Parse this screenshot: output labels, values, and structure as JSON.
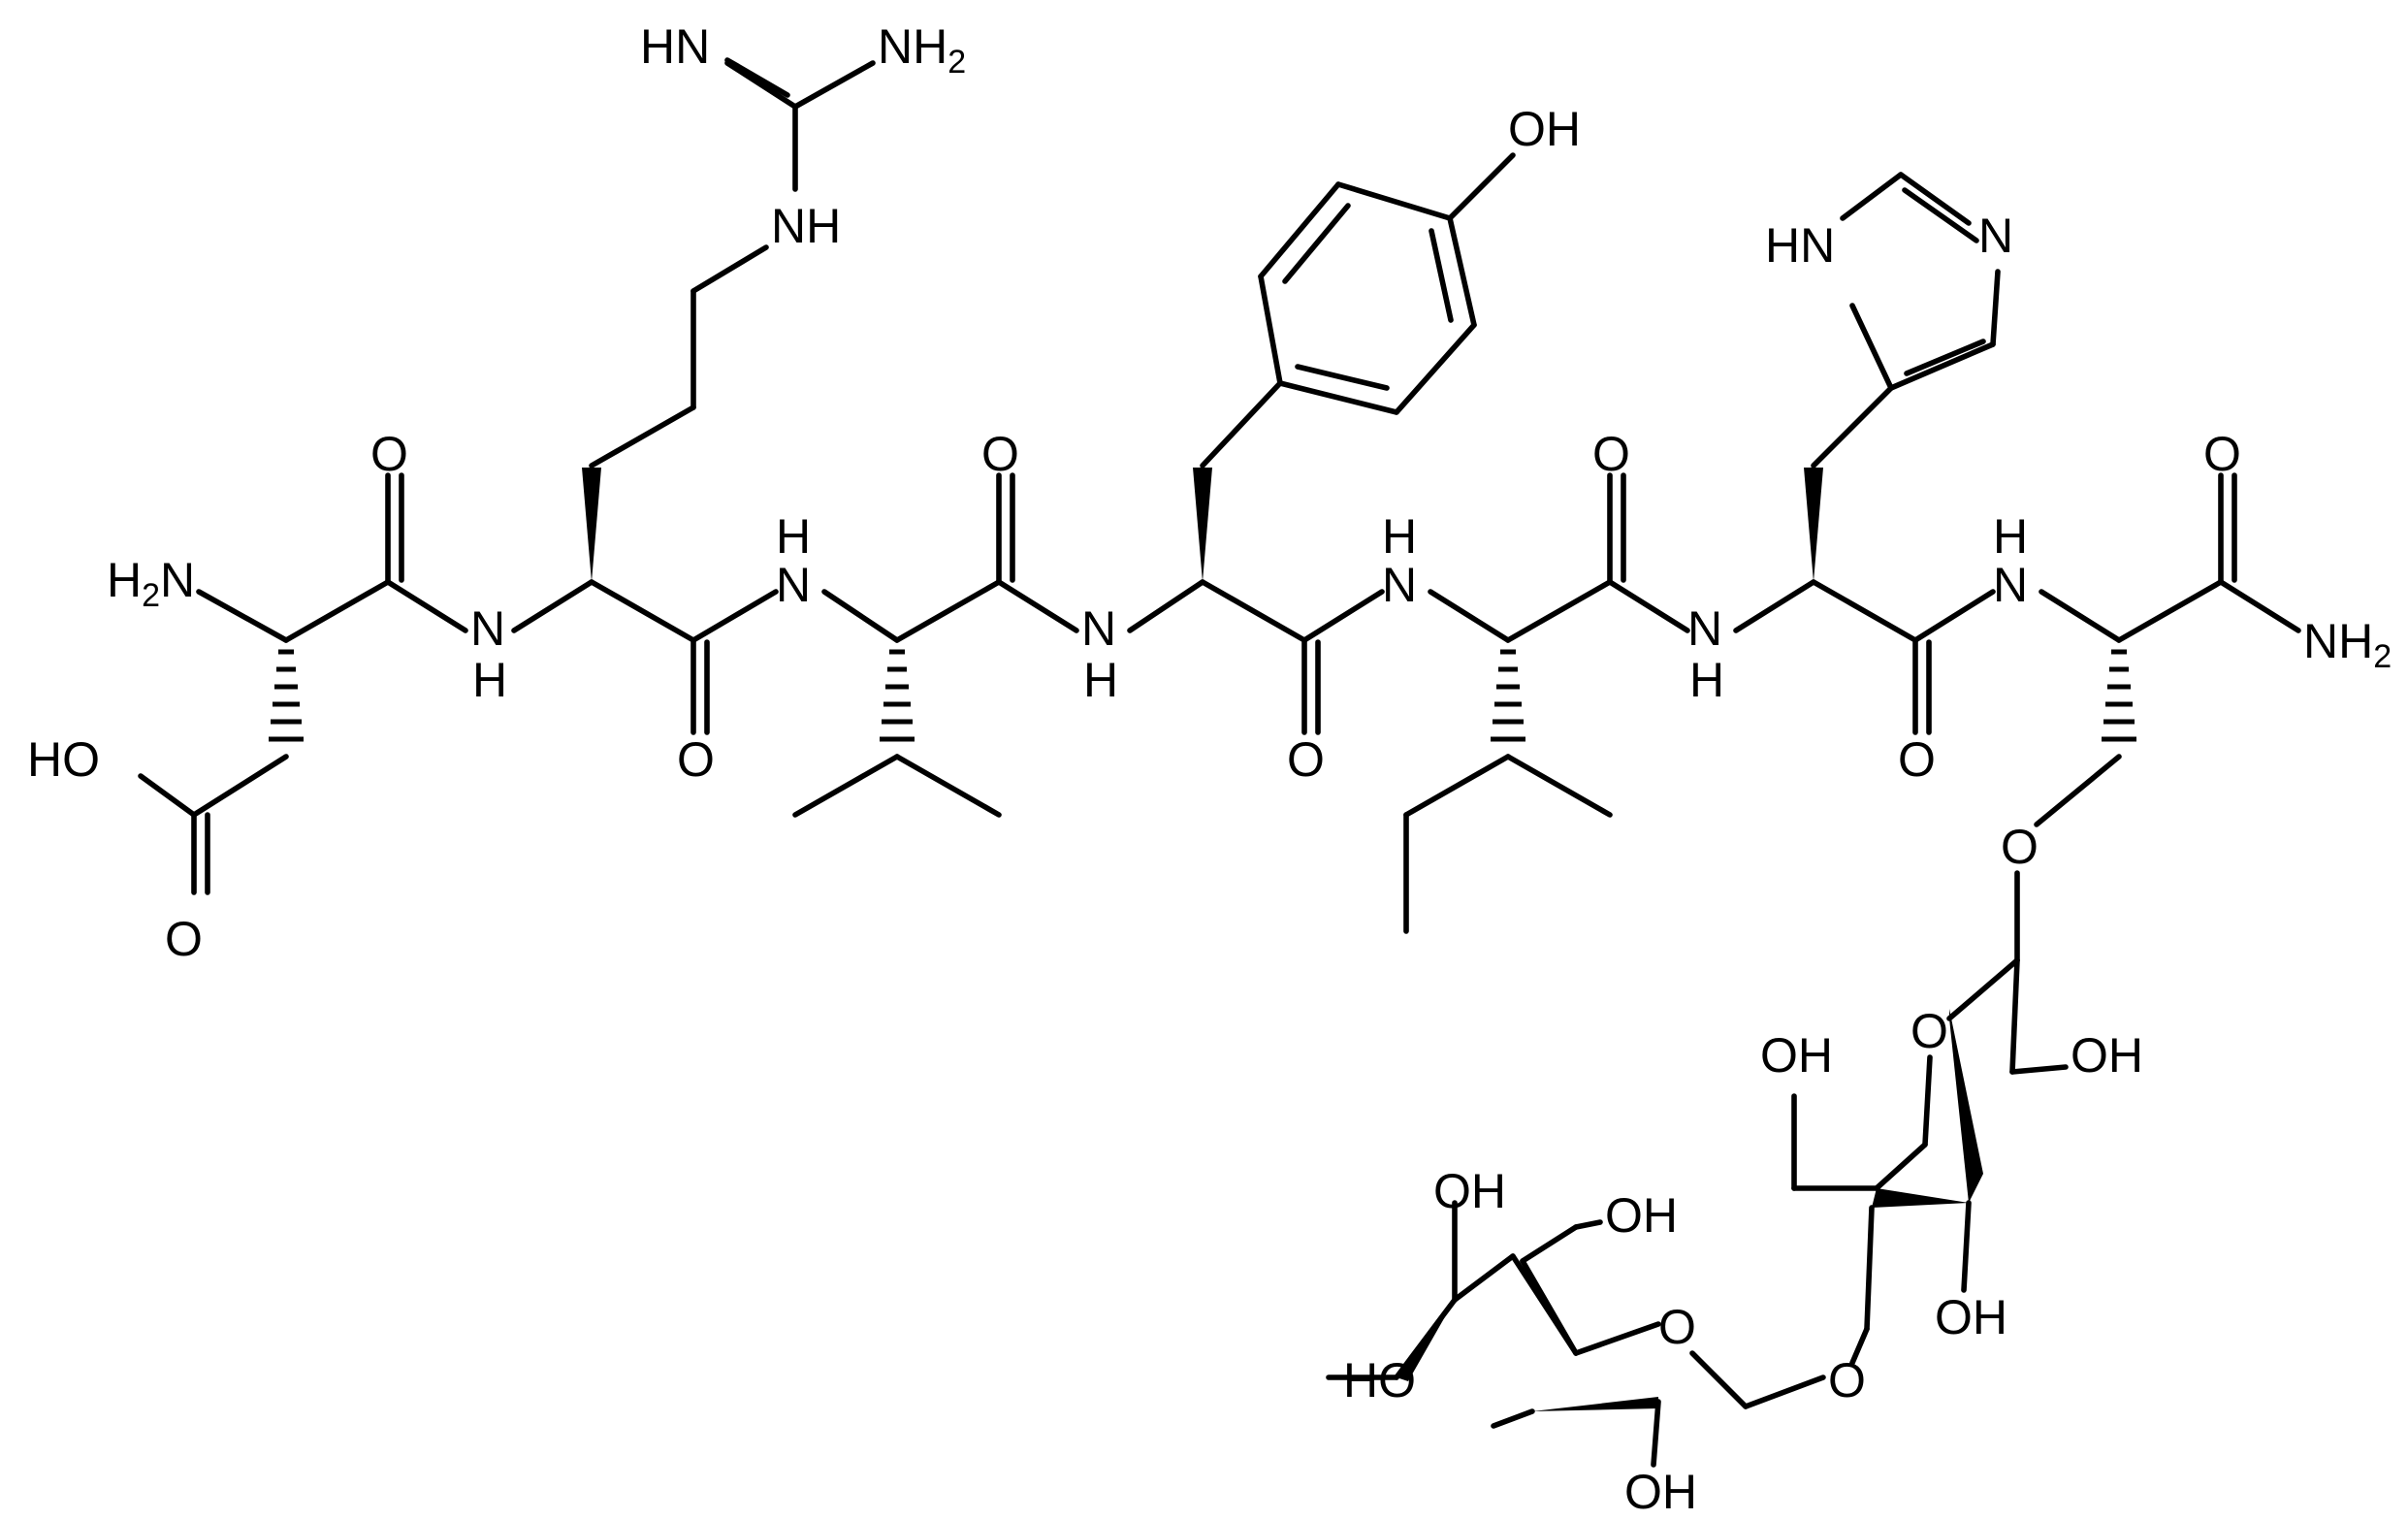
{
  "labels": {
    "h2n_nterm": "H2N",
    "oh_asp": "HO",
    "o_asp_acid": "O",
    "o_asp_co": "O",
    "nh_arg_top": "N\nH",
    "o_arg_co": "O",
    "nh_guan": "NH",
    "hn_guan": "HN",
    "nh2_guan": "NH2",
    "nh_val": "H\nN",
    "o_val_co": "O",
    "nh_tyr": "N\nH",
    "o_tyr_co": "O",
    "oh_tyr": "OH",
    "nh_ile": "H\nN",
    "o_ile_co": "O",
    "nh_his": "N\nH",
    "o_his_co": "O",
    "hn_imid": "HN",
    "n_imid": "N",
    "nh_ser": "H\nN",
    "o_ser_co": "O",
    "nh2_cterm": "NH2",
    "o_ser_ether": "O",
    "o_gal1_ring": "O",
    "oh_gal1_6": "OH",
    "oh_gal1_2": "OH",
    "oh_gal1_3": "OH",
    "o_glyco": "O",
    "o_gal2_ring": "O",
    "oh_gal2_6": "OH",
    "oh_gal2_4": "OH",
    "oh_gal2_3": "HO",
    "oh_gal2_2": "OH"
  }
}
